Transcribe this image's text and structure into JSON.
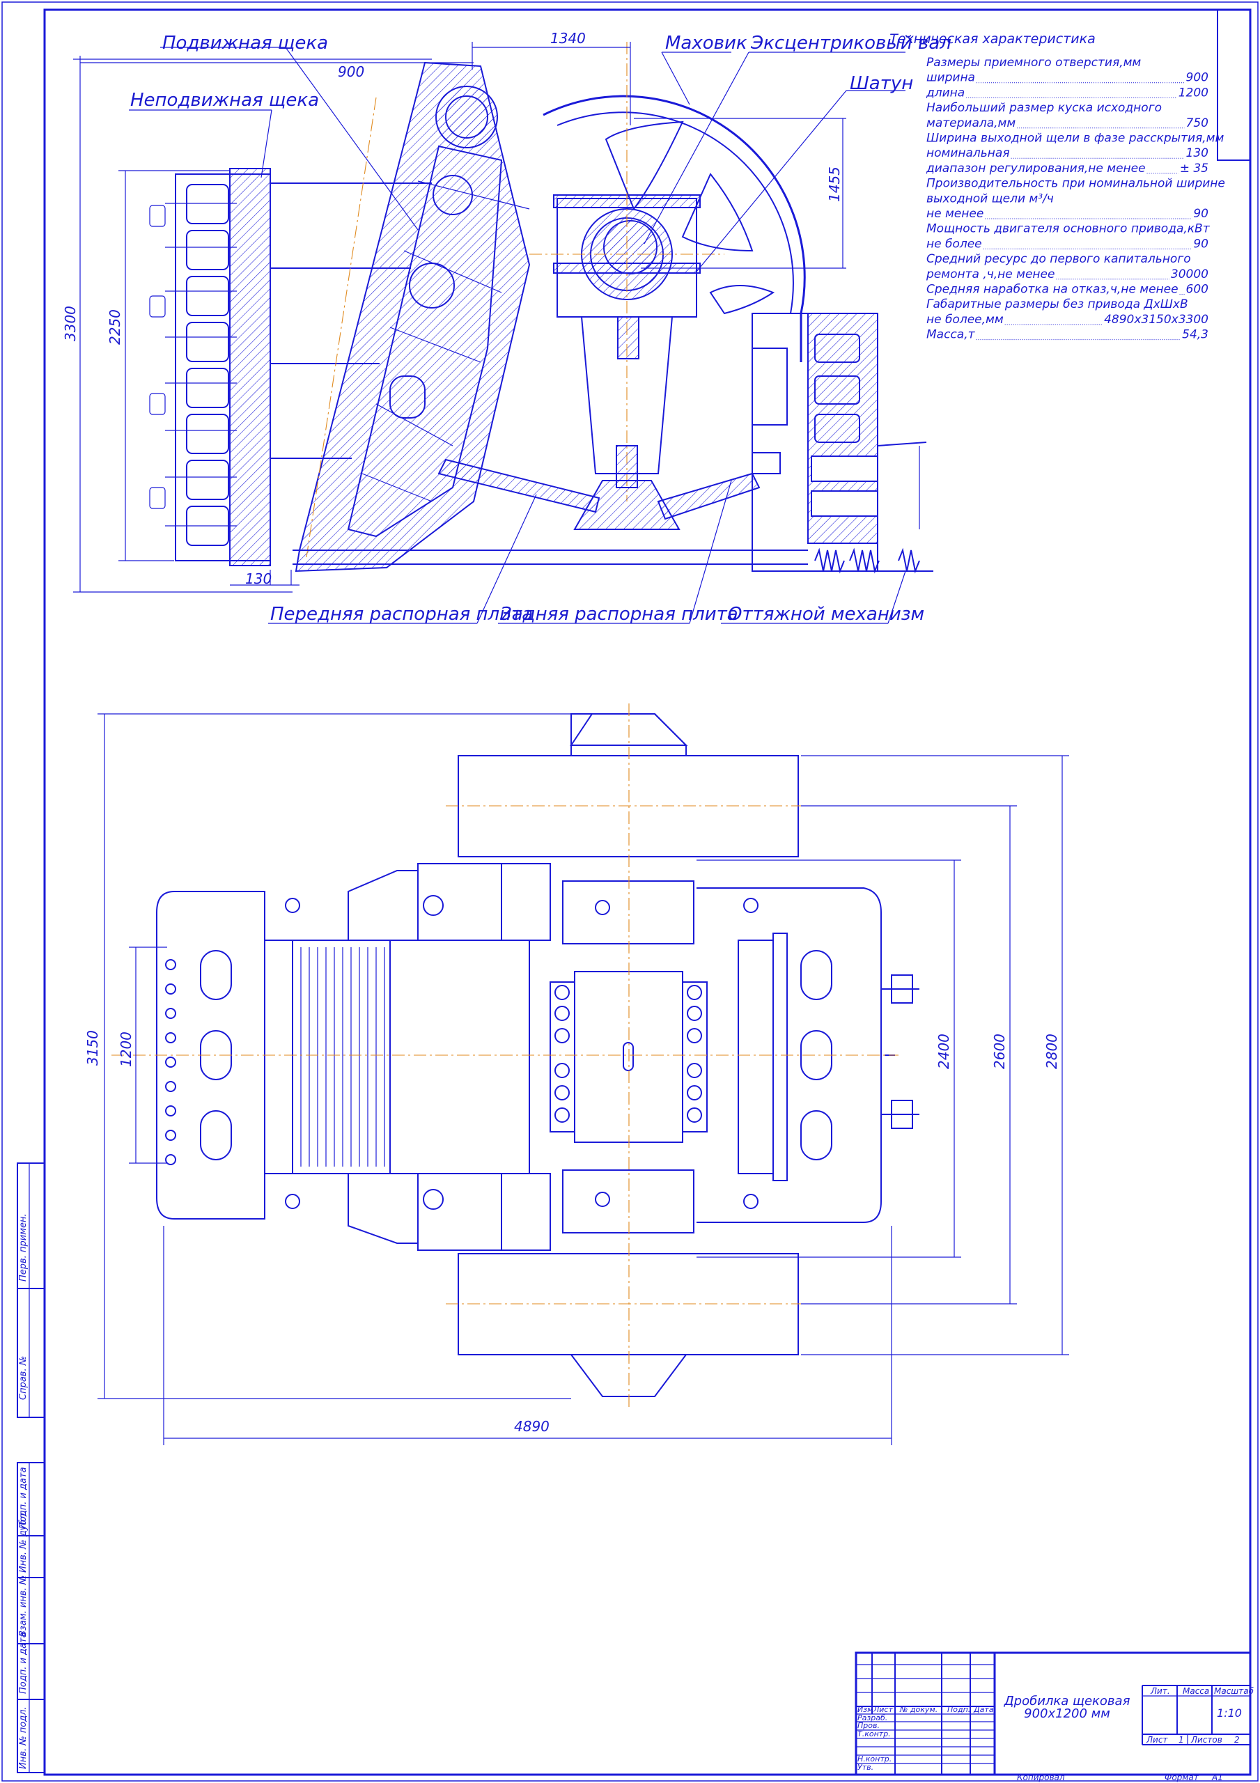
{
  "labels": {
    "movable_jaw": "Подвижная щека",
    "fixed_jaw": "Неподвижная щека",
    "flywheel": "Маховик",
    "eccentric_shaft": "Эксцентриковый вал",
    "connecting_rod": "Шатун",
    "front_toggle": "Передняя распорная плита",
    "rear_toggle": "Задняя распорная плита",
    "retraction": "Оттяжной механизм"
  },
  "dimensions": {
    "d1340": "1340",
    "d900": "900",
    "d3300": "3300",
    "d2250": "2250",
    "d1455": "1455",
    "d130": "130",
    "d3150": "3150",
    "d1200": "1200",
    "d4890": "4890",
    "d2400": "2400",
    "d2600": "2600",
    "d2800": "2800"
  },
  "specs": {
    "title": "Техническая характеристика",
    "lines": [
      {
        "text": "Размеры приемного отверстия,мм",
        "value": ""
      },
      {
        "text": "ширина",
        "value": "900"
      },
      {
        "text": "длина",
        "value": "1200"
      },
      {
        "text": "Наибольший размер куска исходного",
        "value": ""
      },
      {
        "text": "материала,мм",
        "value": "750"
      },
      {
        "text": "Ширина выходной щели в фазе расскрытия,мм",
        "value": ""
      },
      {
        "text": "номинальная",
        "value": "130"
      },
      {
        "text": "диапазон регулирования,не менее",
        "value": "± 35"
      },
      {
        "text": "Производительность при номинальной ширине",
        "value": ""
      },
      {
        "text": "выходной щели м³/ч",
        "value": ""
      },
      {
        "text": "не менее",
        "value": "90"
      },
      {
        "text": "Мощность двигателя основного привода,кВт",
        "value": ""
      },
      {
        "text": "не более",
        "value": "90"
      },
      {
        "text": "Средний ресурс до первого капитального",
        "value": ""
      },
      {
        "text": "ремонта ,ч,не менее",
        "value": "30000"
      },
      {
        "text": "Средняя наработка на отказ,ч,не менее",
        "value": "600"
      },
      {
        "text": "Габаритные размеры без привода ДхШхВ",
        "value": ""
      },
      {
        "text": "не более,мм",
        "value": "4890х3150х3300"
      },
      {
        "text": "Масса,т",
        "value": "54,3"
      }
    ]
  },
  "side_stamp": {
    "perv_primen": "Перв. примен.",
    "sprav": "Справ. №",
    "podp_data_1": "Подп. и дата",
    "inv_dubl": "Инв. № дубл.",
    "vzam_inv": "Взам. инв. №",
    "podp_data_2": "Подп. и дата",
    "inv_podl": "Инв. № подл."
  },
  "title_block": {
    "izm": "Изм",
    "list": "Лист",
    "doc_no": "№ докум.",
    "podp": "Подп.",
    "data": "Дата",
    "razrab": "Разраб.",
    "prov": "Пров.",
    "t_kontr": "Т.контр.",
    "n_kontr": "Н.контр.",
    "utv": "Утв.",
    "name_line1": "Дробилка щековая",
    "name_line2": "900х1200 мм",
    "lit": "Лит.",
    "massa": "Масса",
    "masshtab": "Масштаб",
    "scale_value": "1:10",
    "sheet_label": "Лист",
    "sheet_value": "1",
    "sheets_label": "Листов",
    "sheets_value": "2",
    "copied": "Копировал",
    "format": "Формат",
    "format_value": "А1"
  },
  "colors": {
    "line": "#1a1ad8",
    "axis": "#e08a1e",
    "background": "#ffffff"
  }
}
